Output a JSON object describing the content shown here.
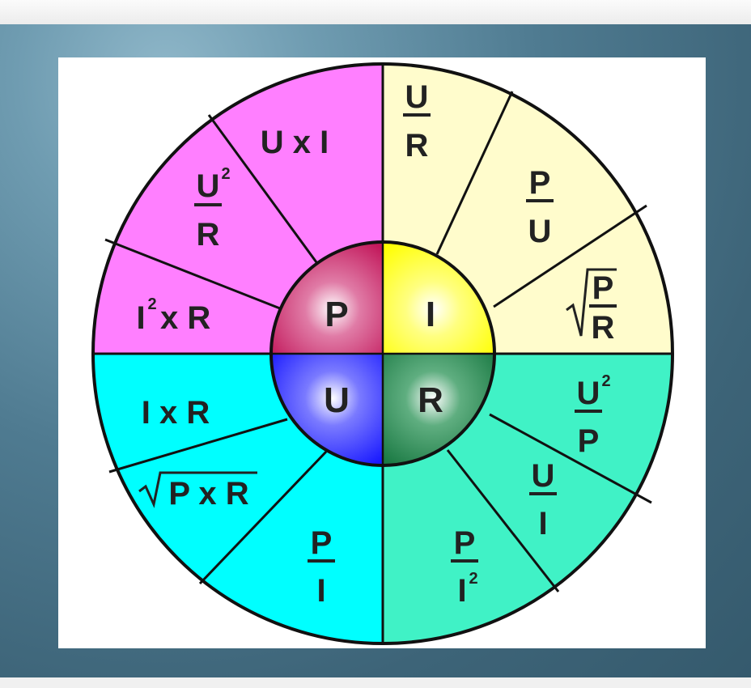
{
  "colors": {
    "power": "#ff7fff",
    "current": "#fffccc",
    "voltage": "#00ffff",
    "resistance": "#40f2c6",
    "hub_power": "#c2185b",
    "hub_current": "#ffff00",
    "hub_voltage": "#1a1aff",
    "hub_resistance": "#1b7a44"
  },
  "hub": {
    "p": "P",
    "i": "I",
    "u": "U",
    "r": "R"
  },
  "formulas": {
    "power": {
      "u_times_i": "U x I",
      "u2_over_r": {
        "num": "U",
        "sup": "2",
        "den": "R"
      },
      "i2_times_r": {
        "base": "I",
        "sup": "2",
        "rest": "x R"
      }
    },
    "current": {
      "u_over_r": {
        "num": "U",
        "den": "R"
      },
      "p_over_u": {
        "num": "P",
        "den": "U"
      },
      "sqrt_p_over_r": {
        "num": "P",
        "den": "R"
      }
    },
    "voltage": {
      "i_times_r": "I x R",
      "sqrt_p_times_r": "P x R",
      "p_over_i": {
        "num": "P",
        "den": "I"
      }
    },
    "resistance": {
      "u2_over_p": {
        "num": "U",
        "sup": "2",
        "den": "P"
      },
      "u_over_i": {
        "num": "U",
        "den": "I"
      },
      "p_over_i2": {
        "num": "P",
        "den": "I",
        "sup": "2"
      }
    }
  },
  "icons": {
    "root": "sqrt-icon"
  }
}
